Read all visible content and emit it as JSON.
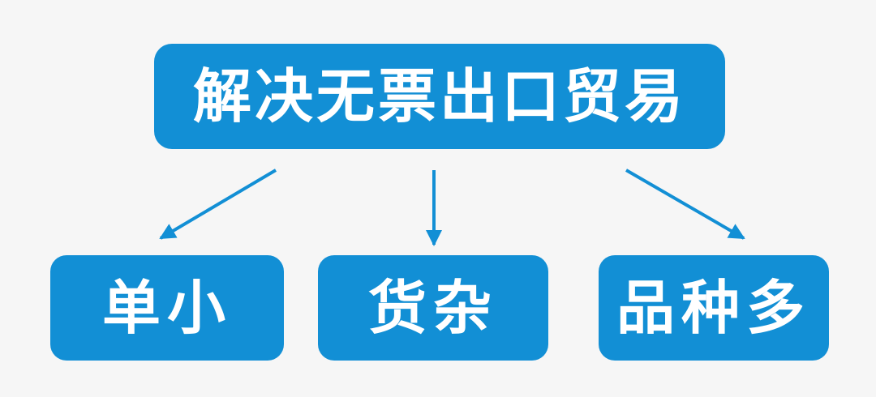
{
  "colors": {
    "box": "#128fd5",
    "arrow": "#128fd5",
    "text": "#ffffff",
    "background": "#f6f6f6"
  },
  "root": {
    "label": "解决无票出口贸易"
  },
  "children": [
    {
      "label": "单小"
    },
    {
      "label": "货杂"
    },
    {
      "label": "品种多"
    }
  ]
}
